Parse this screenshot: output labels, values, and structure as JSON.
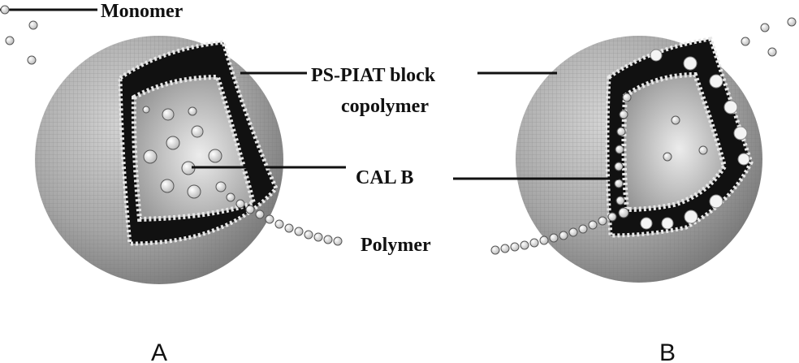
{
  "labels": {
    "monomer": "Monomer",
    "block_copolymer_line1": "PS-PIAT block",
    "block_copolymer_line2": "copolymer",
    "enzyme": "CAL B",
    "polymer": "Polymer"
  },
  "panels": [
    "A",
    "B"
  ],
  "colors": {
    "shell": "#a9a9a9",
    "membrane": "#111111",
    "bead": "#e6e6e6",
    "text": "#111111"
  }
}
